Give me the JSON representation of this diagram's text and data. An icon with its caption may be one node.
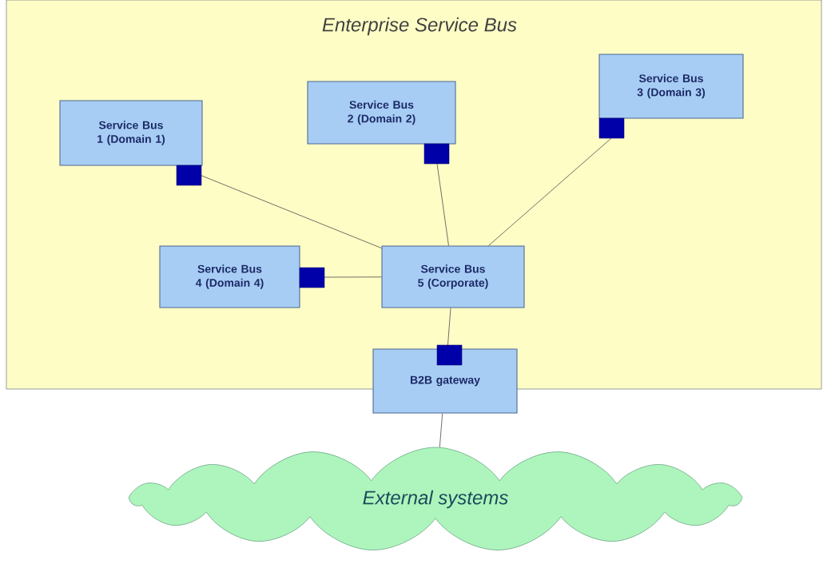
{
  "diagram": {
    "nodes": [
      {
        "text": [
          "Enterprise Service Bus"
        ]
      },
      {
        "text": [
          "Service Bus 1 (Domain 1)"
        ],
        "in": 0
      },
      {
        "text": [
          "Service Bus 2 (Domain 2)"
        ],
        "in": 0
      },
      {
        "text": [
          "Service Bus 3 (Domain 3)"
        ],
        "in": 0
      },
      {
        "text": [
          "Service Bus 4 (Domain 4)"
        ],
        "in": 0
      },
      {
        "text": [
          "Service Bus 5 (Corporate)"
        ],
        "in": 0
      },
      {
        "text": [
          "B2B gateway"
        ]
      },
      {
        "text": [
          "External systems"
        ]
      }
    ],
    "edges": [
      {
        "from": 1,
        "to": 5,
        "arrow": "none"
      },
      {
        "from": 2,
        "to": 5,
        "arrow": "none"
      },
      {
        "from": 3,
        "to": 5,
        "arrow": "none"
      },
      {
        "from": 4,
        "to": 5,
        "arrow": "none"
      },
      {
        "from": 5,
        "to": 6,
        "arrow": "none"
      },
      {
        "from": 6,
        "to": 7,
        "arrow": "none"
      }
    ]
  }
}
